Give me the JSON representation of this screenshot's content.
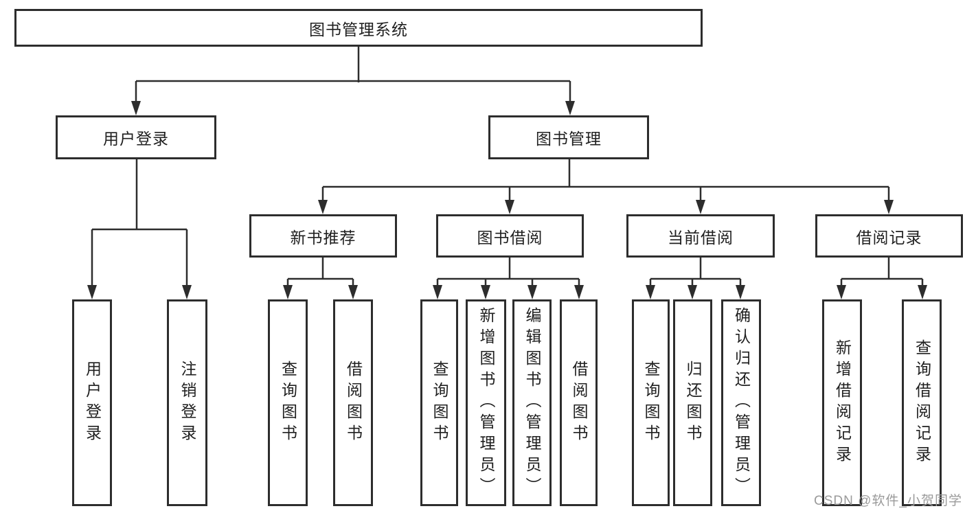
{
  "diagram": {
    "type": "hierarchy-tree",
    "root": {
      "label": "图书管理系统",
      "children": [
        {
          "label": "用户登录",
          "children": [
            {
              "label": "用户登录"
            },
            {
              "label": "注销登录"
            }
          ]
        },
        {
          "label": "图书管理",
          "children": [
            {
              "label": "新书推荐",
              "children": [
                {
                  "label": "查询图书"
                },
                {
                  "label": "借阅图书"
                }
              ]
            },
            {
              "label": "图书借阅",
              "children": [
                {
                  "label": "查询图书"
                },
                {
                  "label": "新增图书（管理员）"
                },
                {
                  "label": "编辑图书（管理员）"
                },
                {
                  "label": "借阅图书"
                }
              ]
            },
            {
              "label": "当前借阅",
              "children": [
                {
                  "label": "查询图书"
                },
                {
                  "label": "归还图书"
                },
                {
                  "label": "确认归还（管理员）"
                }
              ]
            },
            {
              "label": "借阅记录",
              "children": [
                {
                  "label": "新增借阅记录"
                },
                {
                  "label": "查询借阅记录"
                }
              ]
            }
          ]
        }
      ]
    }
  },
  "watermark": {
    "text": "CSDN @软件_小贺同学",
    "color": "#9a9a9a"
  },
  "colors": {
    "line": "#2d2d2d",
    "box_border": "#2d2d2d",
    "text": "#1f1f1f",
    "background": "#ffffff"
  }
}
